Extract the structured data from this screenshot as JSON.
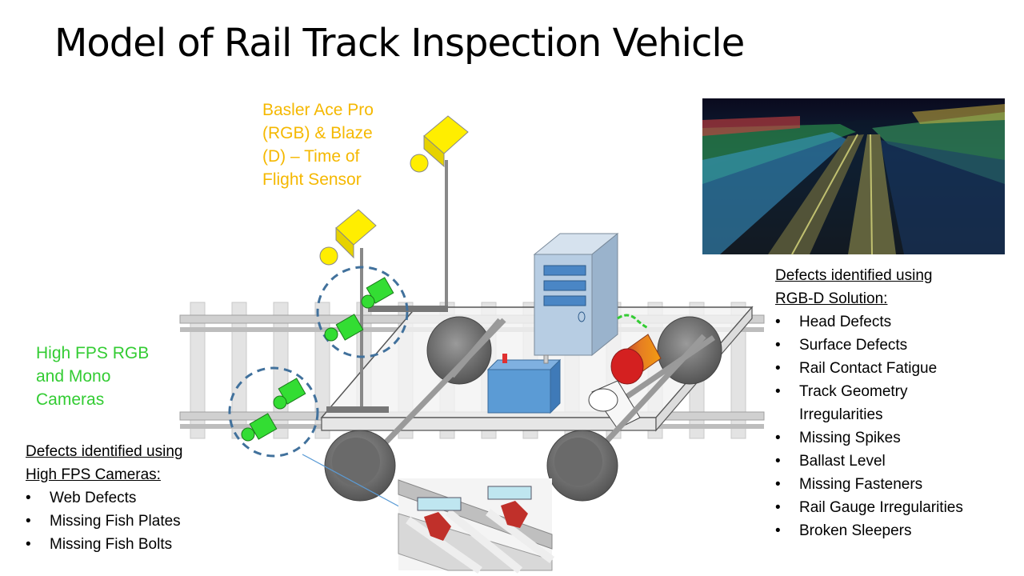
{
  "slide": {
    "title": "Model of Rail Track Inspection Vehicle"
  },
  "labels": {
    "tof_sensor": [
      "Basler Ace Pro",
      "(RGB) & Blaze",
      "(D) – Time of",
      "Flight Sensor"
    ],
    "high_fps_cameras": [
      "High FPS RGB",
      "and Mono",
      "Cameras"
    ]
  },
  "rgbd_defects": {
    "heading": [
      "Defects identified using",
      "RGB-D Solution:"
    ],
    "items": [
      "Head Defects",
      "Surface Defects",
      "Rail Contact Fatigue",
      "Track Geometry",
      "Irregularities",
      "Missing Spikes",
      "Ballast Level",
      "Missing Fasteners",
      "Rail Gauge Irregularities",
      "Broken Sleepers"
    ]
  },
  "fps_defects": {
    "heading": [
      "Defects identified using",
      "High FPS Cameras:"
    ],
    "items": [
      "Web Defects",
      "Missing Fish Plates",
      "Missing Fish Bolts"
    ]
  },
  "colors": {
    "label_yellow": "#f5b800",
    "label_green": "#33cc33",
    "camera_yellow": "#ffee00",
    "camera_green": "#33dd33",
    "computer": "#b7cde3",
    "battery": "#5b9bd5",
    "dashed_circle": "#41719c"
  }
}
